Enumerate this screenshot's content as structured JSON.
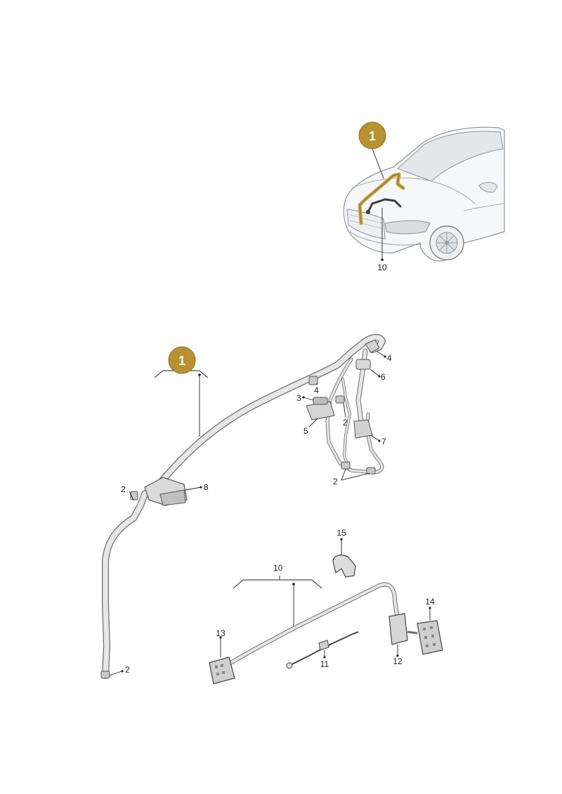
{
  "badge": {
    "label": "1",
    "color": "#b8922e"
  },
  "overview": {
    "part_label": "10"
  },
  "labels": {
    "l4a": "4",
    "l6": "6",
    "l4b": "4",
    "l3": "3",
    "l2a": "2",
    "l5": "5",
    "l7": "7",
    "l2b": "2",
    "l2c": "2",
    "l8": "8",
    "l2d": "2",
    "l15": "15",
    "l10": "10",
    "l14": "14",
    "l13": "13",
    "l12": "12",
    "l11": "11"
  },
  "colors": {
    "highlight": "#c9a23b",
    "harness_fill": "#e6e6e6",
    "harness_edge": "#6e6e6e",
    "car_line": "#9aa0a6"
  }
}
